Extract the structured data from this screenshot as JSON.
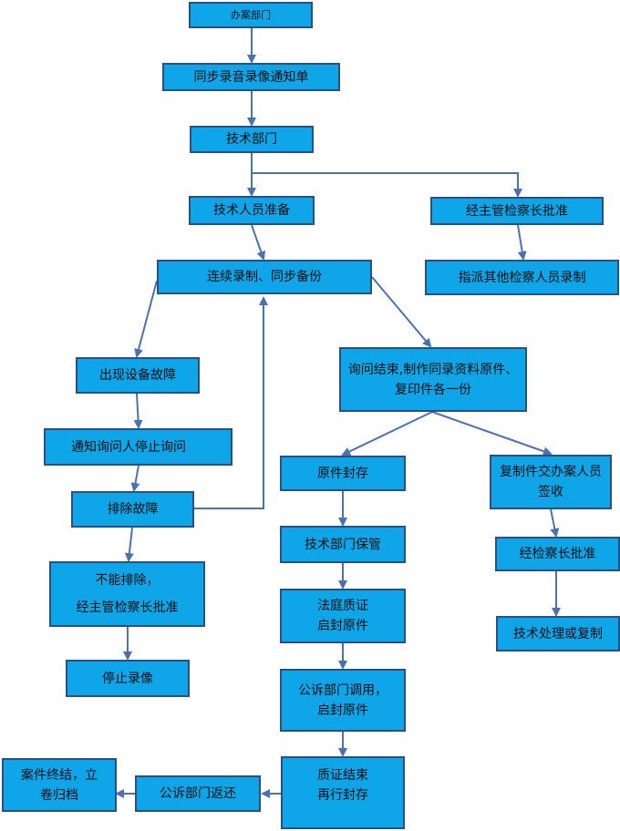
{
  "nodes": {
    "n1": "办案部门",
    "n2": "同步录音录像通知单",
    "n3": "技术部门",
    "n4": "技术人员准备",
    "n5": "经主管检察长批准",
    "n6": "连续录制、同步备份",
    "n7": "指派其他检察人员录制",
    "n8": "出现设备故障",
    "n9": "询问结束,制作同录资料原件、复印件各一份",
    "n10": "通知询问人停止询问",
    "n11": "排除故障",
    "n12": "原件封存",
    "n13": "复制件交办案人员签收",
    "n14": "技术部门保管",
    "n15": "经检察长批准",
    "n16": "不能排除，\n经主管检察长批准",
    "n17": "法庭质证\n启封原件",
    "n18": "技术处理或复制",
    "n19": "停止录像",
    "n20": "公诉部门调用，\n启封原件",
    "n21": "质证结束\n再行封存",
    "n22": "公诉部门返还",
    "n23": "案件终结，立\n卷归档"
  },
  "colors": {
    "box_fill": "#0ea5e9",
    "box_border": "#2b4f7e",
    "arrow": "#4a72b0"
  }
}
